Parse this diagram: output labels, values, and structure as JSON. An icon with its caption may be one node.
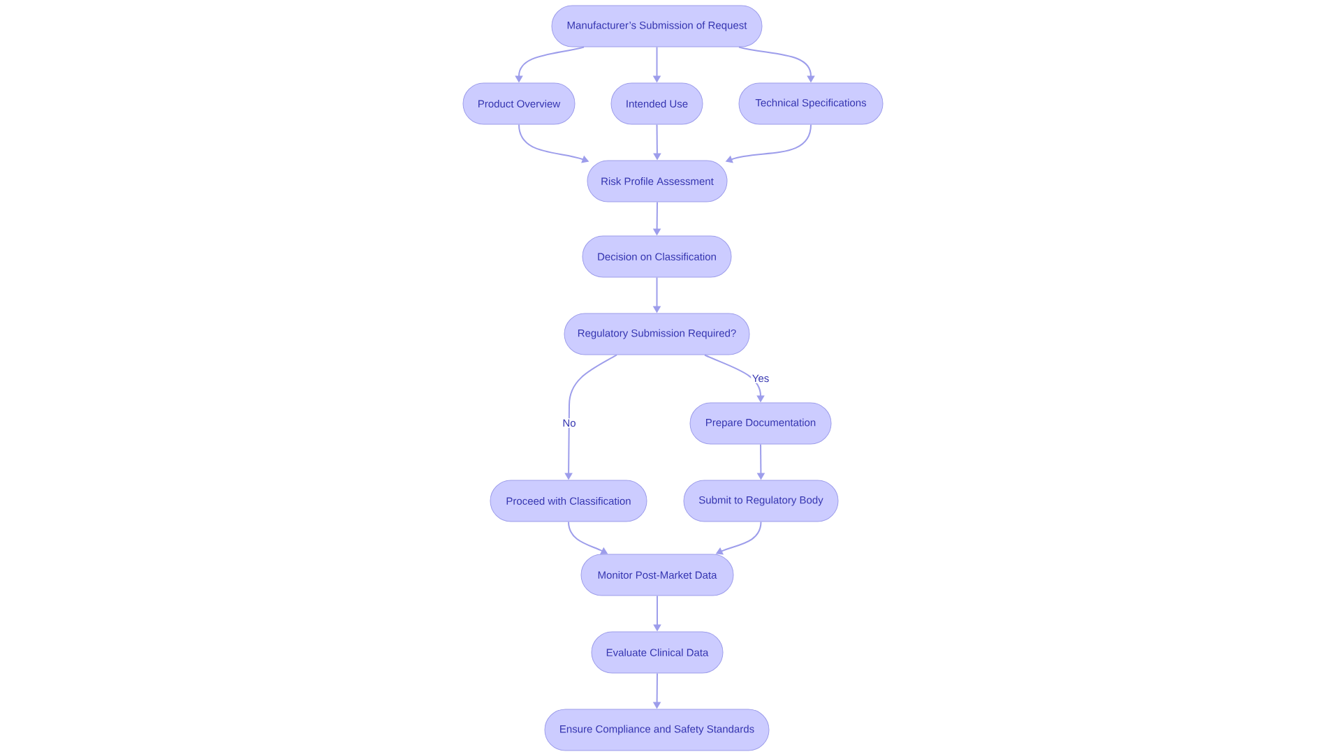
{
  "diagram": {
    "nodes": [
      {
        "text": [
          "Manufacturer’s Submission of Request"
        ]
      },
      {
        "text": [
          "Product Overview"
        ]
      },
      {
        "text": [
          "Intended Use"
        ]
      },
      {
        "text": [
          "Technical Specifications"
        ]
      },
      {
        "text": [
          "Risk Profile Assessment"
        ]
      },
      {
        "text": [
          "Decision on Classification"
        ]
      },
      {
        "text": [
          "Regulatory Submission Required?"
        ]
      },
      {
        "text": [
          "Prepare Documentation"
        ]
      },
      {
        "text": [
          "Proceed with Classification"
        ]
      },
      {
        "text": [
          "Submit to Regulatory Body"
        ]
      },
      {
        "text": [
          "Monitor Post-Market Data"
        ]
      },
      {
        "text": [
          "Evaluate Clinical Data"
        ]
      },
      {
        "text": [
          "Ensure Compliance and Safety Standards"
        ]
      }
    ],
    "edges": [
      {
        "from": 0,
        "to": 1,
        "arrow": "to"
      },
      {
        "from": 0,
        "to": 2,
        "arrow": "to"
      },
      {
        "from": 0,
        "to": 3,
        "arrow": "to"
      },
      {
        "from": 1,
        "to": 4,
        "arrow": "to"
      },
      {
        "from": 2,
        "to": 4,
        "arrow": "to"
      },
      {
        "from": 3,
        "to": 4,
        "arrow": "to"
      },
      {
        "from": 4,
        "to": 5,
        "arrow": "to"
      },
      {
        "from": 5,
        "to": 6,
        "arrow": "to"
      },
      {
        "from": 6,
        "to": 8,
        "arrow": "to",
        "label": "No"
      },
      {
        "from": 6,
        "to": 7,
        "arrow": "to",
        "label": "Yes"
      },
      {
        "from": 7,
        "to": 9,
        "arrow": "to"
      },
      {
        "from": 8,
        "to": 10,
        "arrow": "to"
      },
      {
        "from": 9,
        "to": 10,
        "arrow": "to"
      },
      {
        "from": 10,
        "to": 11,
        "arrow": "to"
      },
      {
        "from": 11,
        "to": 12,
        "arrow": "to"
      }
    ]
  }
}
